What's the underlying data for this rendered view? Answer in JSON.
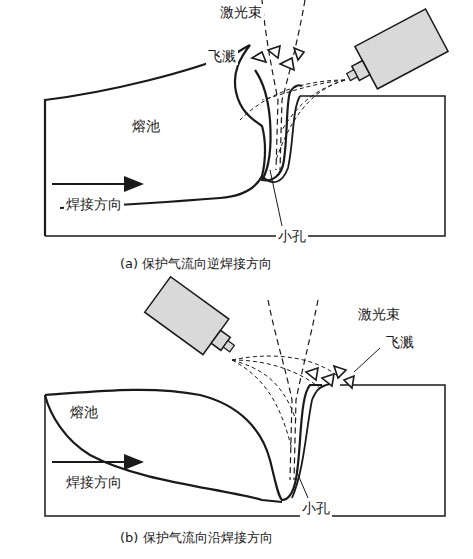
{
  "diagram": {
    "labels": [
      "激光束",
      "飞溅",
      "熔池",
      "焊接方向",
      "小孔",
      "(a) 保护气流向逆焊接方向",
      "激光束",
      "飞溅",
      "熔池",
      "焊接方向",
      "小孔",
      "(b) 保护气流向沿焊接方向"
    ]
  }
}
